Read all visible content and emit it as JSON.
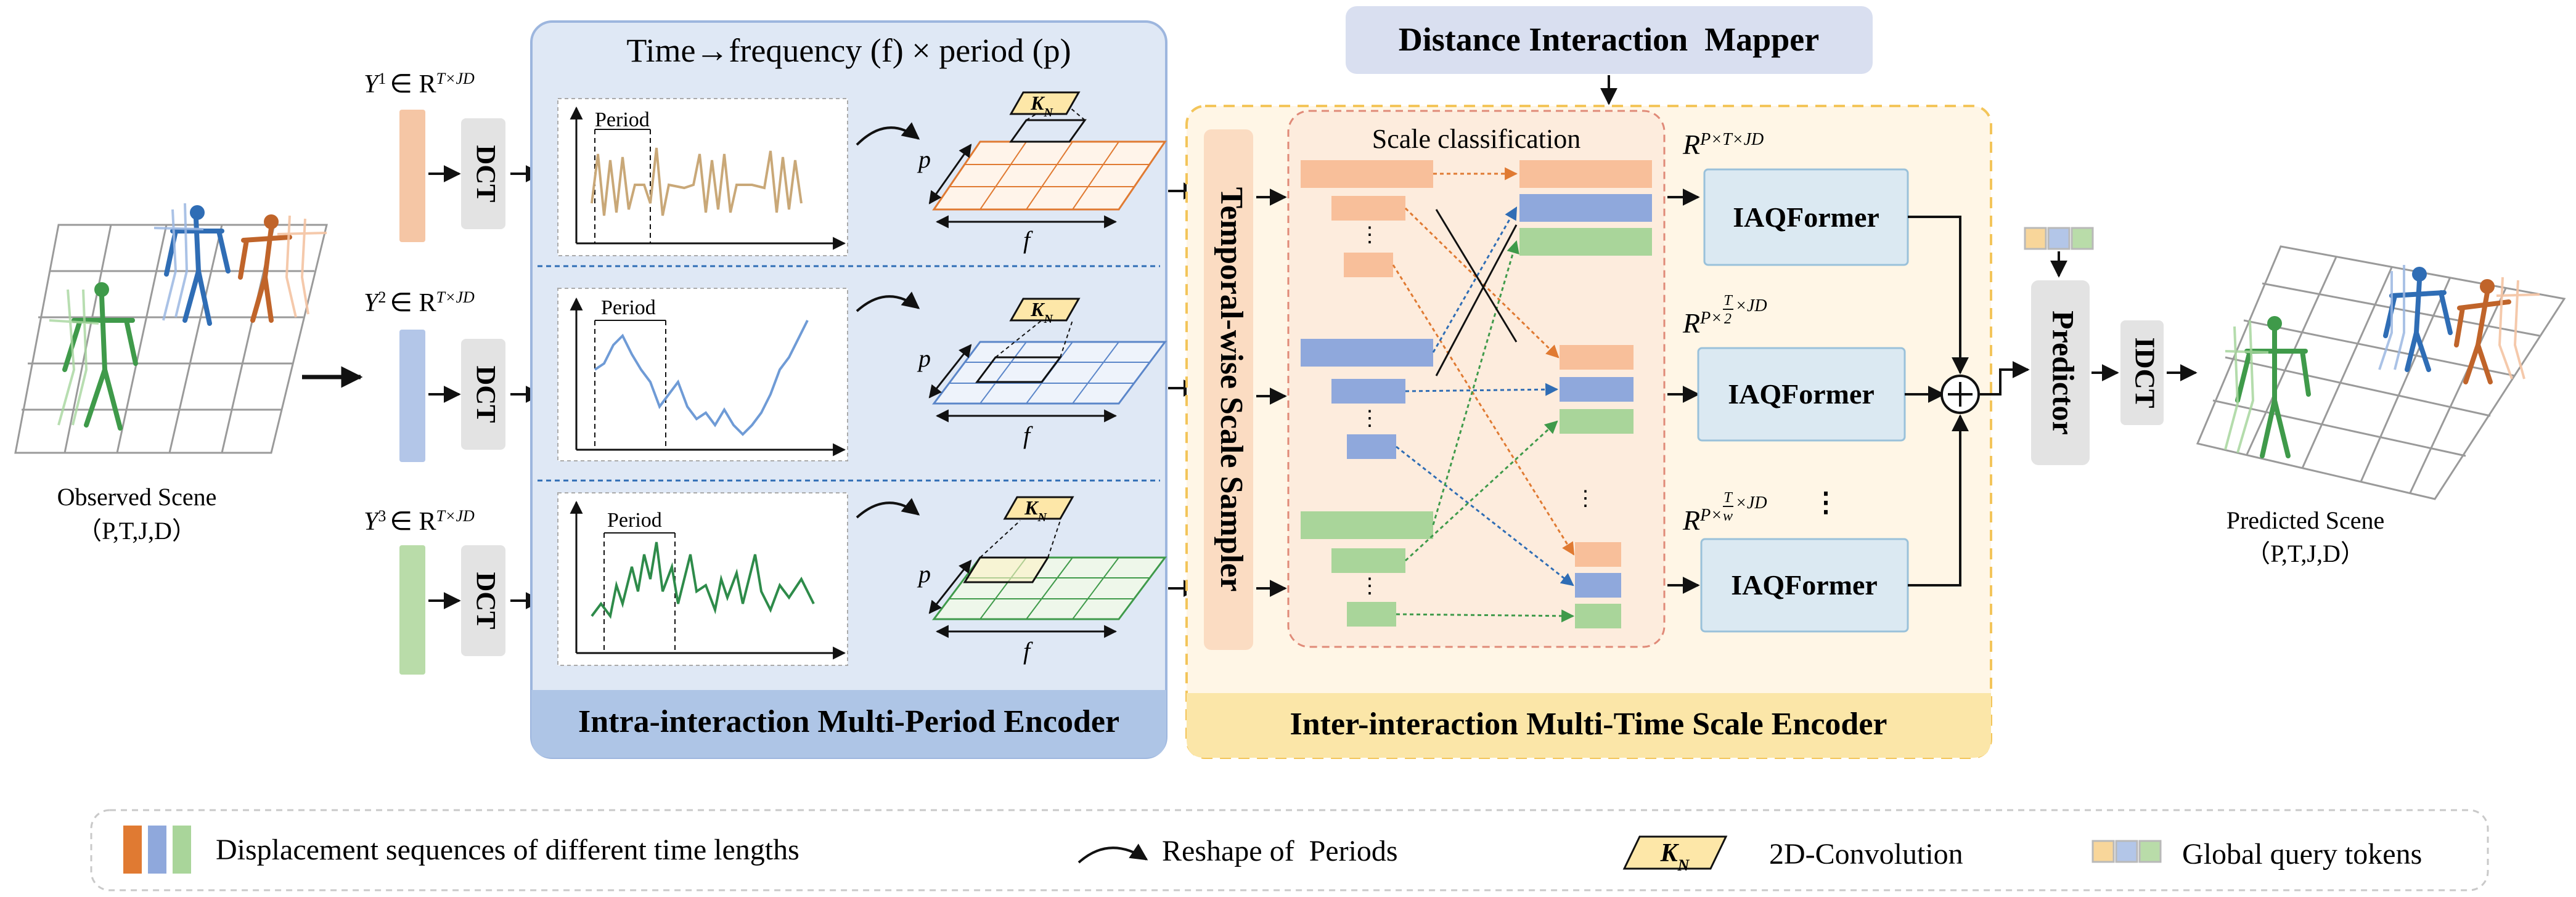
{
  "observed": {
    "label": "Observed Scene",
    "dims": "（P,T,J,D）"
  },
  "predicted": {
    "label": "Predicted Scene",
    "dims": "（P,T,J,D）"
  },
  "inputs": [
    {
      "sym": "Y",
      "sup": "1",
      "space": "∈ R",
      "spaceSup": "T×JD",
      "color": "#f5c6a5"
    },
    {
      "sym": "Y",
      "sup": "2",
      "space": "∈ R",
      "spaceSup": "T×JD",
      "color": "#b3c6e8"
    },
    {
      "sym": "Y",
      "sup": "3",
      "space": "∈ R",
      "spaceSup": "T×JD",
      "color": "#b9dca9"
    }
  ],
  "dct_label": "DCT",
  "idct_label": "IDCT",
  "intra": {
    "title": "Time→frequency (f) × period (p)",
    "bottom_label": "Intra-interaction Multi-Period Encoder",
    "period_label": "Period",
    "kernel_label": "K",
    "kernel_sub": "N",
    "axis_p": "p",
    "axis_f": "f"
  },
  "distance_mapper": "Distance Interaction  Mapper",
  "sampler": "Temporal-wise Scale Sampler",
  "scale_classification": "Scale classification",
  "inter_label": "Inter-interaction Multi-Time Scale Encoder",
  "rspaces": [
    {
      "base": "R",
      "sup": "P×T×JD"
    },
    {
      "base": "R",
      "sup": "P×",
      "frac_num": "T",
      "frac_den": "2",
      "sup_tail": "×JD"
    },
    {
      "base": "R",
      "sup": "P×",
      "frac_num": "T",
      "frac_den": "w",
      "sup_tail": "×JD"
    }
  ],
  "iaq_label": "IAQFormer",
  "predictor": "Predictor",
  "ellipsis": "⋮",
  "legend": {
    "displacement": "Displacement sequences of different time lengths",
    "reshape": "Reshape of  Periods",
    "conv": "2D-Convolution",
    "query": "Global query tokens"
  },
  "colors": {
    "orange": "#f5c6a5",
    "orange_dark": "#e07a32",
    "blue": "#b3c6e8",
    "blue_mid": "#8fa8dc",
    "blue_dark": "#2f6db5",
    "green": "#b9dca9",
    "green_dark": "#3f9a4a",
    "intra_bg": "#dfe8f5",
    "intra_border": "#9db6de",
    "intra_footer": "#aec5e6",
    "inter_bg": "#fff6e6",
    "inter_border": "#f3c55a",
    "inter_footer": "#fbe6a8",
    "iaq_bg": "#dbe9f2",
    "mapper_bg": "#d9dff0"
  }
}
